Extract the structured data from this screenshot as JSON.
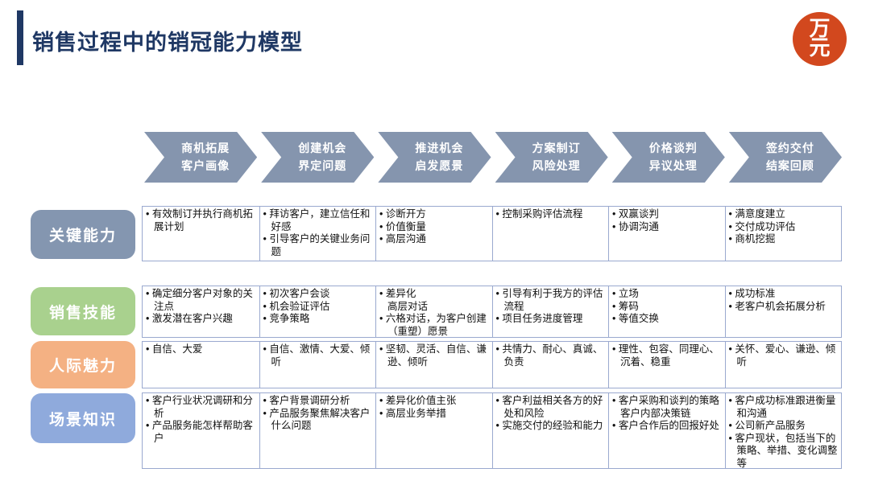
{
  "title": "销售过程中的销冠能力模型",
  "logo": {
    "char_top": "万",
    "char_bottom": "元",
    "color": "#d2481e"
  },
  "colors": {
    "title": "#1f3864",
    "arrow": "#8595ae",
    "grid_border": "#9aa9cf"
  },
  "stages": [
    {
      "line1": "商机拓展",
      "line2": "客户画像"
    },
    {
      "line1": "创建机会",
      "line2": "界定问题"
    },
    {
      "line1": "推进机会",
      "line2": "启发愿景"
    },
    {
      "line1": "方案制订",
      "line2": "风险处理"
    },
    {
      "line1": "价格谈判",
      "line2": "异议处理"
    },
    {
      "line1": "签约交付",
      "line2": "结案回顾"
    }
  ],
  "rows": [
    {
      "label": "关键能力",
      "color": "#8496b0",
      "cells": [
        [
          "有效制订并执行商机拓展计划"
        ],
        [
          "拜访客户，建立信任和好感",
          "引导客户的关键业务问题"
        ],
        [
          "诊断开方",
          "价值衡量",
          "高层沟通"
        ],
        [
          "控制采购评估流程"
        ],
        [
          "双赢谈判",
          "协调沟通"
        ],
        [
          "满意度建立",
          "交付成功评估",
          "商机挖掘"
        ]
      ]
    },
    {
      "label": "销售技能",
      "color": "#a9d18e",
      "cells": [
        [
          "确定细分客户对象的关注点",
          "激发潜在客户兴趣"
        ],
        [
          "初次客户会谈",
          "机会验证评估",
          "竞争策略"
        ],
        [
          "差异化\n高层对话",
          "六格对话，为客户创建（重塑）愿景"
        ],
        [
          "引导有利于我方的评估流程",
          "项目任务进度管理"
        ],
        [
          "立场",
          "筹码",
          "等值交换"
        ],
        [
          "成功标准",
          "老客户机会拓展分析"
        ]
      ]
    },
    {
      "label": "人际魅力",
      "color": "#f4b183",
      "cells": [
        [
          "自信、大爱"
        ],
        [
          "自信、激情、大爱、倾听"
        ],
        [
          "坚韧、灵活、自信、谦逊、倾听"
        ],
        [
          "共情力、耐心、真诚、负责"
        ],
        [
          "理性、包容、同理心、沉着、稳重"
        ],
        [
          "关怀、爱心、谦逊、倾听"
        ]
      ]
    },
    {
      "label": "场景知识",
      "color": "#8faadc",
      "cells": [
        [
          "客户行业状况调研和分析",
          "产品服务能怎样帮助客户"
        ],
        [
          "客户背景调研分析",
          "产品服务聚焦解决客户什么问题"
        ],
        [
          "差异化价值主张",
          "高层业务举措"
        ],
        [
          "客户利益相关各方的好处和风险",
          "实施交付的经验和能力"
        ],
        [
          "客户采购和谈判的策略\n客户内部决策链",
          "客户合作后的回报好处"
        ],
        [
          "客户成功标准跟进衡量和沟通",
          "公司新产品服务",
          "客户现状，包括当下的策略、举措、变化调整等"
        ]
      ]
    }
  ]
}
